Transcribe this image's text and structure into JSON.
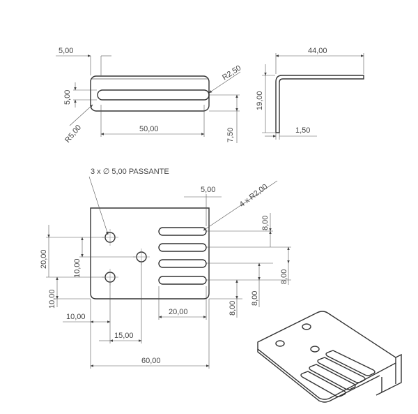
{
  "drawing": {
    "top_view": {
      "dim_offset": "5,00",
      "dim_radius_small": "R2,50",
      "dim_slot_width": "5,00",
      "dim_radius_corner": "R5,00",
      "dim_slot_length": "50,00",
      "dim_slot_pos": "7,50"
    },
    "side_view": {
      "dim_length": "44,00",
      "dim_height": "19,00",
      "dim_thickness": "1,50"
    },
    "front_view": {
      "note_holes": "3 x ∅ 5,00 PASSANTE",
      "note_radius": "4 x R2,00",
      "dim_slot_offset": "5,00",
      "dim_pitch_a": "8,00",
      "dim_pitch_b": "8,00",
      "dim_pitch_c": "8,00",
      "dim_pitch_d": "8,00",
      "dim_hole_span_v": "20,00",
      "dim_hole_offset_v": "10,00",
      "dim_hole_bottom": "10,00",
      "dim_hole_left": "10,00",
      "dim_hole_x": "15,00",
      "dim_slot_width": "20,00",
      "dim_total_width": "60,00"
    }
  }
}
